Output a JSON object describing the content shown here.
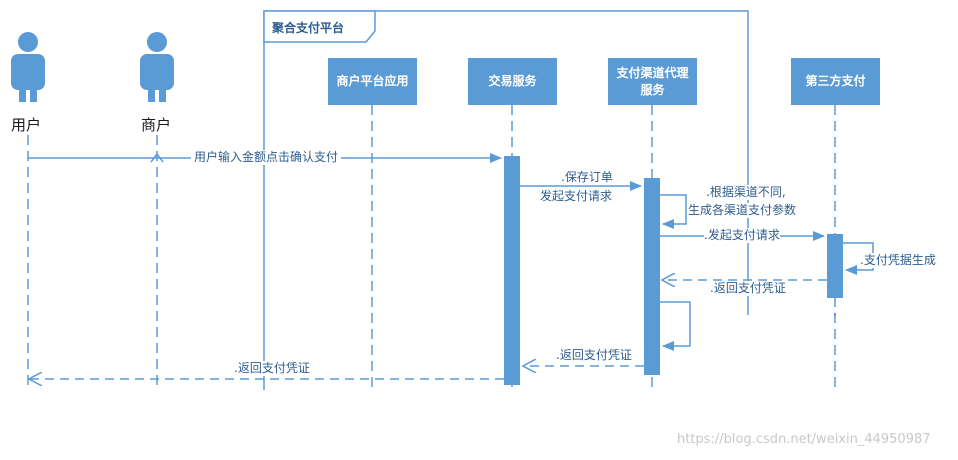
{
  "frame": {
    "title": "聚合支付平台"
  },
  "actors": [
    {
      "id": "user",
      "label": "用户"
    },
    {
      "id": "merchant",
      "label": "商户"
    }
  ],
  "participants": [
    {
      "id": "merchant_app",
      "label": "商户平台应用"
    },
    {
      "id": "trade_service",
      "label": "交易服务"
    },
    {
      "id": "channel_agent",
      "label": "支付渠道代理服务"
    },
    {
      "id": "third_party",
      "label": "第三方支付"
    }
  ],
  "messages": [
    {
      "id": "m1",
      "label": "用户输入金额点击确认支付"
    },
    {
      "id": "m2a",
      "label": ".保存订单"
    },
    {
      "id": "m2b",
      "label": "发起支付请求"
    },
    {
      "id": "m3a",
      "label": ".根据渠道不同,"
    },
    {
      "id": "m3b",
      "label": "生成各渠道支付参数"
    },
    {
      "id": "m4",
      "label": ".发起支付请求"
    },
    {
      "id": "m5",
      "label": ".支付凭据生成"
    },
    {
      "id": "m6",
      "label": ".返回支付凭证"
    },
    {
      "id": "m7",
      "label": ".返回支付凭证"
    },
    {
      "id": "m8",
      "label": ".返回支付凭证"
    }
  ],
  "watermark": "https://blog.csdn.net/weixin_44950987",
  "colors": {
    "line": "#5b9bd5",
    "box": "#5b9bd5",
    "text": "#2e5d8f"
  }
}
